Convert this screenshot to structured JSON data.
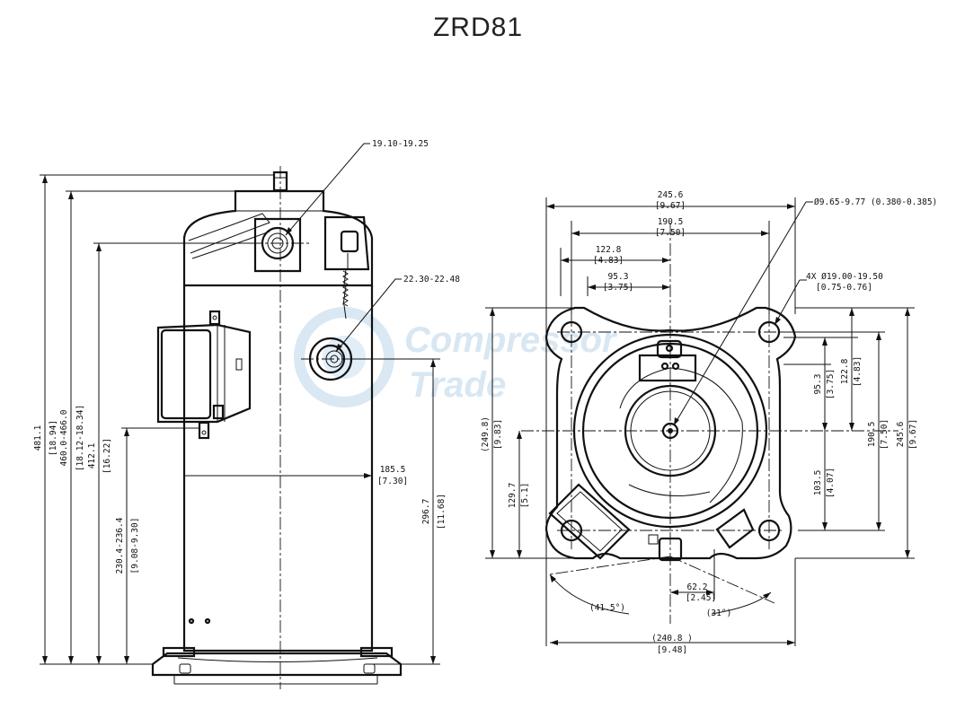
{
  "title": "ZRD81",
  "watermark": {
    "line1": "Compressor",
    "line2": "Trade"
  },
  "side_view": {
    "fitting_top": "19.10-19.25",
    "fitting_side": "22.30-22.48",
    "height_total": {
      "mm": "481.1",
      "in": "[18.94]"
    },
    "height_range": {
      "mm": "460.0-466.0",
      "in": "[18.12-18.34]"
    },
    "height_suction": {
      "mm": "412.1",
      "in": "[16.22]"
    },
    "height_box": {
      "mm": "230.4-236.4",
      "in": "[9.08-9.30]"
    },
    "height_discharge": {
      "mm": "296.7",
      "in": "[11.68]"
    },
    "offset_side": {
      "mm": "185.5",
      "in": "[7.30]"
    }
  },
  "top_view": {
    "hole_dia": "Ø9.65-9.77 (0.380-0.385)",
    "mount_holes": {
      "mm": "4X Ø19.00-19.50",
      "in": "[0.75-0.76]"
    },
    "w_overall": {
      "mm": "245.6",
      "in": "[9.67]"
    },
    "w_holes": {
      "mm": "190.5",
      "in": "[7.50]"
    },
    "w_left": {
      "mm": "122.8",
      "in": "[4.83]"
    },
    "w_half": {
      "mm": "95.3",
      "in": "[3.75]"
    },
    "h_left": {
      "mm": "(249.8)",
      "in": "[9.83]"
    },
    "h_lower": {
      "mm": "129.7",
      "in": "[5.1]"
    },
    "h_overall": {
      "mm": "245.6",
      "in": "[9.67]"
    },
    "h_holes": {
      "mm": "190.5",
      "in": "[7.50]"
    },
    "h_top": {
      "mm": "122.8",
      "in": "[4.83]"
    },
    "h_half": {
      "mm": "95.3",
      "in": "[3.75]"
    },
    "h_bottom": {
      "mm": "103.5",
      "in": "[4.07]"
    },
    "w_box": {
      "mm": "62.2",
      "in": "[2.45]"
    },
    "angle_left": "(41.5°)",
    "angle_right": "(31°)",
    "w_bottom": {
      "mm": "(240.8 )",
      "in": "[9.48]"
    }
  }
}
